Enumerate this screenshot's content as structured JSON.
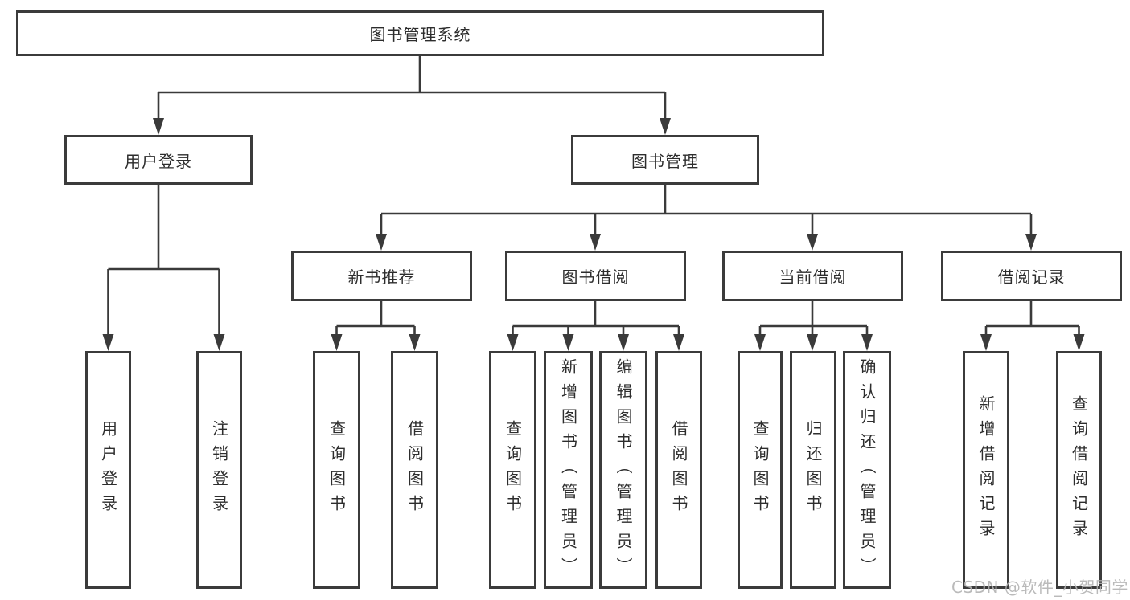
{
  "diagram": {
    "title": "图书管理系统",
    "branches": [
      {
        "label": "用户登录",
        "children": [
          "用户登录",
          "注销登录"
        ]
      },
      {
        "label": "图书管理",
        "sections": [
          {
            "label": "新书推荐",
            "children": [
              "查询图书",
              "借阅图书"
            ]
          },
          {
            "label": "图书借阅",
            "children": [
              "查询图书",
              "新增图书（管理员）",
              "编辑图书（管理员）",
              "借阅图书"
            ]
          },
          {
            "label": "当前借阅",
            "children": [
              "查询图书",
              "归还图书",
              "确认归还（管理员）"
            ]
          },
          {
            "label": "借阅记录",
            "children": [
              "新增借阅记录",
              "查询借阅记录"
            ]
          }
        ]
      }
    ]
  },
  "watermark": "CSDN @软件_小贺同学",
  "colors": {
    "line": "#3a3a3a",
    "box_border": "#3b3b3b",
    "text": "#2d2d2d",
    "background": "#ffffff",
    "watermark": "#b3b3b3"
  }
}
